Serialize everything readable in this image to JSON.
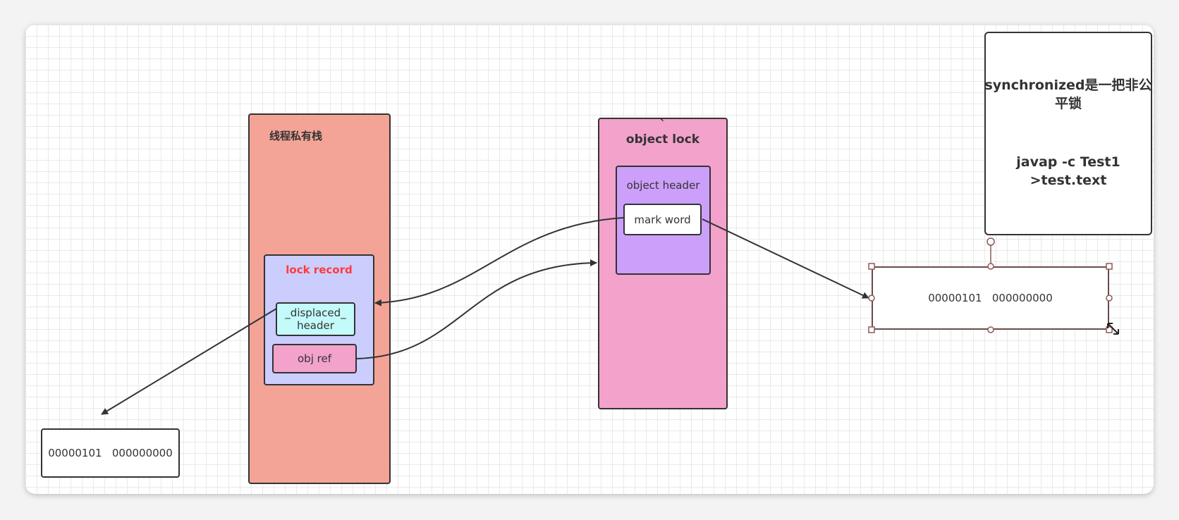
{
  "diagram": {
    "stack_title": "线程私有栈",
    "lock_record": {
      "title": "lock record",
      "title_color": "#ff3b3b",
      "displaced_line1": "_displaced_",
      "displaced_line2": "header",
      "obj_ref": "obj ref"
    },
    "object_lock": {
      "tick": "`",
      "title": "object lock",
      "header_title": "object header",
      "mark_word": "mark word"
    },
    "note": {
      "line1": "synchronized是一把非公平锁",
      "line2": "javap -c Test1 >test.text"
    },
    "bits_left": "00000101   000000000",
    "bits_right": "00000101   000000000"
  },
  "colors": {
    "stack_bg": "#f3a497",
    "lock_record_bg": "#cbcdfc",
    "displaced_bg": "#c3fafa",
    "object_lock_bg": "#f2a2cb",
    "object_header_bg": "#cc9ffa",
    "arrow": "#333333",
    "selection_handle": "#8b5a5a"
  }
}
